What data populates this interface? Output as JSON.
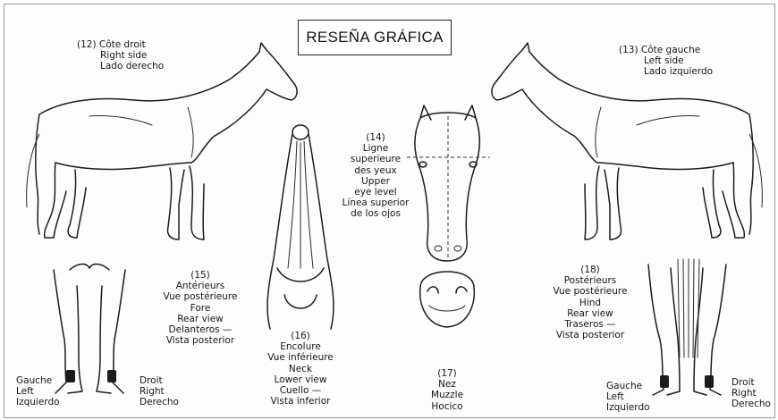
{
  "title": "RESEÑA GRÁFICA",
  "right_side": {
    "number": "(12) Côte droit",
    "en": "Right side",
    "es": "Lado derecho"
  },
  "left_side": {
    "number": "(13) Côte gauche",
    "en": "Left side",
    "es": "Lado izquierdo"
  },
  "eye_level": {
    "number": "(14)",
    "fr1": "Ligne",
    "fr2": "superieure",
    "fr3": "des yeux",
    "en1": "Upper",
    "en2": "eye level",
    "es1": "Línea superior",
    "es2": "de los ojos"
  },
  "fore": {
    "number": "(15)",
    "fr1": "Antérieurs",
    "fr2": "Vue postérieure",
    "en1": "Fore",
    "en2": "Rear view",
    "es1": "Delanteros —",
    "es2": "Vista posterior"
  },
  "neck": {
    "number": "(16)",
    "fr1": "Encolure",
    "fr2": "Vue inférieure",
    "en1": "Neck",
    "en2": "Lower view",
    "es1": "Cuello —",
    "es2": "Vista inferior"
  },
  "muzzle": {
    "number": "(17)",
    "fr": "Nez",
    "en": "Muzzle",
    "es": "Hocico"
  },
  "hind": {
    "number": "(18)",
    "fr1": "Postérieurs",
    "fr2": "Vue postérieure",
    "en1": "Hind",
    "en2": "Rear view",
    "es1": "Traseros —",
    "es2": "Vista posterior"
  },
  "fore_left": {
    "fr": "Gauche",
    "en": "Left",
    "es": "Izquierdo"
  },
  "fore_right": {
    "fr": "Droit",
    "en": "Right",
    "es": "Derecho"
  },
  "hind_left": {
    "fr": "Gauche",
    "en": "Left",
    "es": "Izquierdo"
  },
  "hind_right": {
    "fr": "Droit",
    "en": "Right",
    "es": "Derecho"
  }
}
